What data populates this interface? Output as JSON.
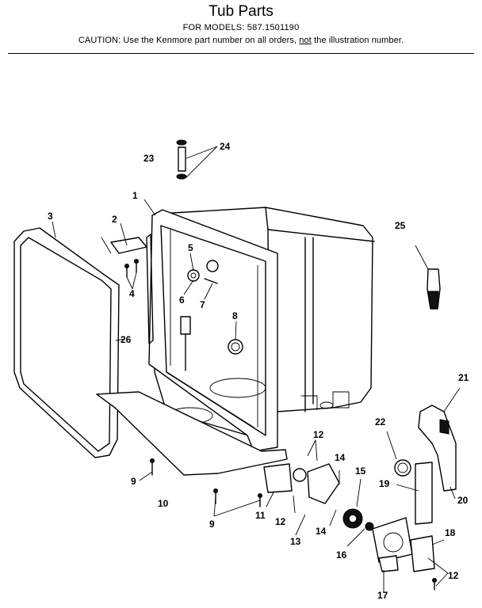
{
  "header": {
    "title": "Tub Parts",
    "models": "FOR MODELS:  587.1501190",
    "caution_pre": "CAUTION:  Use the Kenmore part number on all orders, ",
    "caution_not": "not",
    "caution_post": " the illustration number."
  },
  "callouts": [
    "1",
    "2",
    "3",
    "4",
    "5",
    "6",
    "7",
    "8",
    "9",
    "9",
    "10",
    "11",
    "12",
    "12",
    "12",
    "13",
    "14",
    "14",
    "15",
    "16",
    "17",
    "18",
    "19",
    "20",
    "21",
    "22",
    "23",
    "24",
    "25",
    "26"
  ]
}
